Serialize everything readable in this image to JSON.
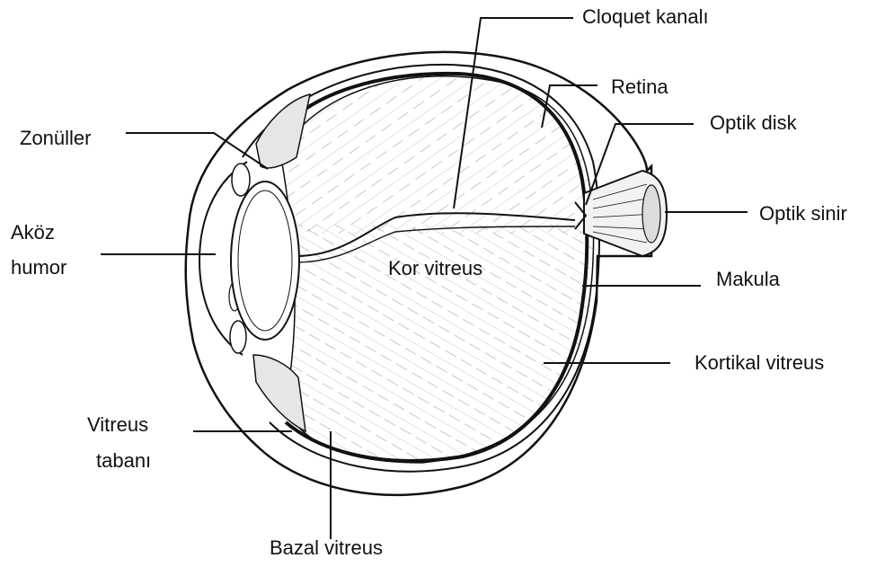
{
  "diagram": {
    "labels": {
      "cloquet": "Cloquet kanalı",
      "retina": "Retina",
      "zonules": "Zonüller",
      "optic_disc": "Optik disk",
      "optic_nerve": "Optik sinir",
      "aqueous_1": "Aköz",
      "aqueous_2": "humor",
      "core_vitreous": "Kor vitreus",
      "macula": "Makula",
      "cortical_vitreous": "Kortikal vitreus",
      "vitreous_base_1": "Vitreus",
      "vitreous_base_2": "tabanı",
      "basal_vitreous": "Bazal vitreus"
    },
    "colors": {
      "ink": "#111111",
      "background": "#ffffff"
    }
  }
}
